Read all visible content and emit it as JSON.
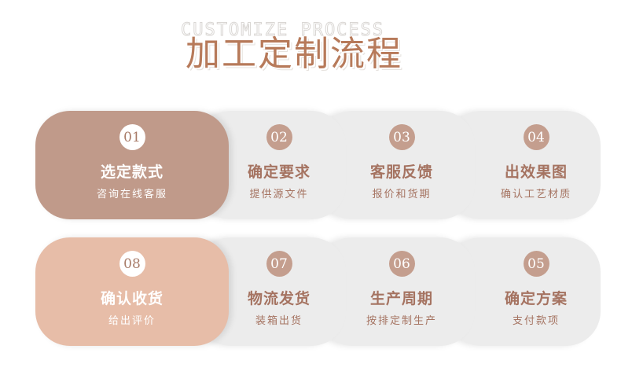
{
  "title": {
    "main": "加工定制流程",
    "ghost": "CUSTOMIZE PROCESS"
  },
  "steps": [
    {
      "number": "01",
      "label": "选定款式",
      "sub": "咨询在线客服"
    },
    {
      "number": "02",
      "label": "确定要求",
      "sub": "提供源文件"
    },
    {
      "number": "03",
      "label": "客服反馈",
      "sub": "报价和货期"
    },
    {
      "number": "04",
      "label": "出效果图",
      "sub": "确认工艺材质"
    },
    {
      "number": "05",
      "label": "确定方案",
      "sub": "支付款项"
    },
    {
      "number": "06",
      "label": "生产周期",
      "sub": "按排定制生产"
    },
    {
      "number": "07",
      "label": "物流发货",
      "sub": "装箱出货"
    },
    {
      "number": "08",
      "label": "确认收货",
      "sub": "给出评价"
    }
  ],
  "colors": {
    "accent": "#b77a5a",
    "step_active_1": "#c09a8a",
    "step_active_2": "#e7bda8",
    "step_plain": "#ececec"
  }
}
